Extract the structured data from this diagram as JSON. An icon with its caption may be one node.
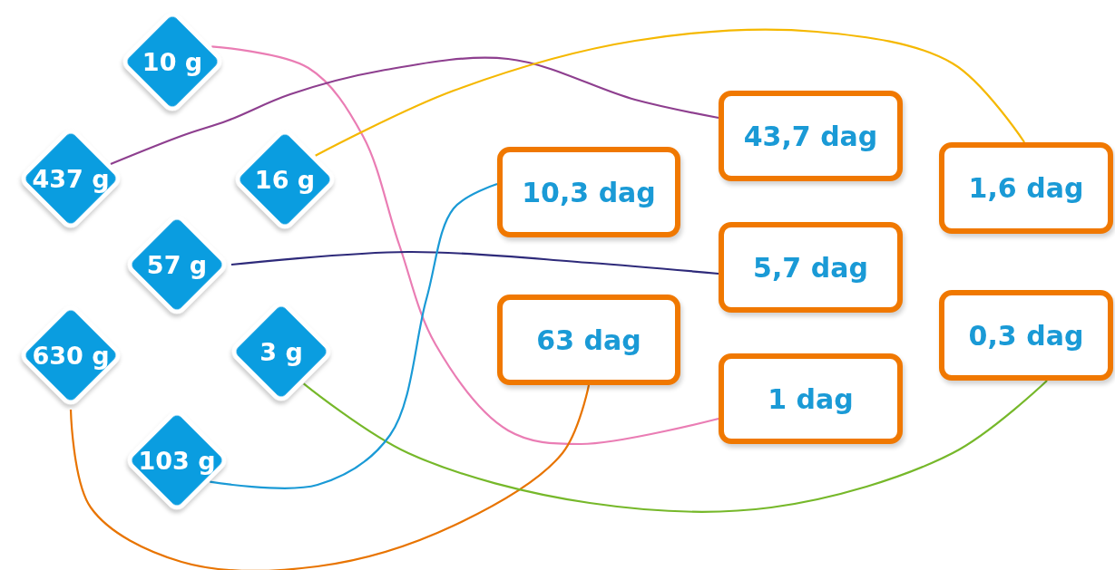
{
  "diagram": {
    "nodes": [
      {
        "text": [
          "10 g"
        ]
      },
      {
        "text": [
          "437 g"
        ]
      },
      {
        "text": [
          "16 g"
        ]
      },
      {
        "text": [
          "57 g"
        ]
      },
      {
        "text": [
          "630 g"
        ]
      },
      {
        "text": [
          "3 g"
        ]
      },
      {
        "text": [
          "103 g"
        ]
      },
      {
        "text": [
          "43,7 dag"
        ]
      },
      {
        "text": [
          "10,3 dag"
        ]
      },
      {
        "text": [
          "1,6 dag"
        ]
      },
      {
        "text": [
          "5,7 dag"
        ]
      },
      {
        "text": [
          "63 dag"
        ]
      },
      {
        "text": [
          "0,3 dag"
        ]
      },
      {
        "text": [
          "1 dag"
        ]
      }
    ],
    "edges": [
      {
        "from": 0,
        "to": 13,
        "arrow": "none",
        "color": "#ea7db4"
      },
      {
        "from": 1,
        "to": 7,
        "arrow": "none",
        "color": "#8e3f8f"
      },
      {
        "from": 2,
        "to": 9,
        "arrow": "none",
        "color": "#f5b800"
      },
      {
        "from": 3,
        "to": 10,
        "arrow": "none",
        "color": "#2e2a7a"
      },
      {
        "from": 4,
        "to": 11,
        "arrow": "none",
        "color": "#e87400"
      },
      {
        "from": 5,
        "to": 12,
        "arrow": "none",
        "color": "#76b82a"
      },
      {
        "from": 6,
        "to": 8,
        "arrow": "none",
        "color": "#1a9ad6"
      }
    ]
  }
}
